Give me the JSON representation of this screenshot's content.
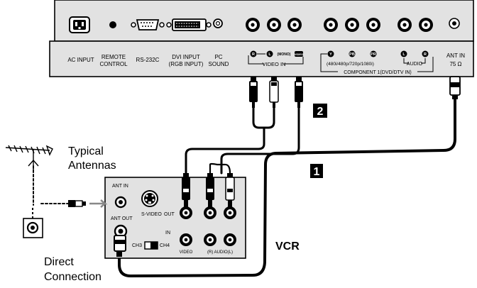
{
  "tv_panel": {
    "labels": {
      "ac_input": "AC INPUT",
      "remote_control_1": "REMOTE",
      "remote_control_2": "CONTROL",
      "rs232c": "RS-232C",
      "dvi_input_1": "DVI INPUT",
      "dvi_input_2": "(RGB INPUT)",
      "pc_sound_1": "PC",
      "pc_sound_2": "SOUND",
      "video_in": "VIDEO IN",
      "mono": "(MONO)",
      "audio": "AUDIO",
      "component_res": "(480i/480p/720p/1080i)",
      "component": "COMPONENT 1(DVD/DTV IN)",
      "ant_in_1": "ANT IN",
      "ant_in_2": "75 Ω"
    },
    "jack_letters": {
      "r": "R",
      "l": "L",
      "video": "VIDEO",
      "y": "Y",
      "pb": "PB",
      "pr": "PR"
    }
  },
  "vcr_panel": {
    "labels": {
      "ant_in": "ANT IN",
      "ant_out": "ANT OUT",
      "s_video": "S-VIDEO",
      "out": "OUT",
      "in": "IN",
      "ch3": "CH3",
      "ch4": "CH4",
      "video": "VIDEO",
      "audio_rl": "(R)  AUDIO(L)"
    }
  },
  "annotations": {
    "typical_1": "Typical",
    "typical_2": "Antennas",
    "direct_1": "Direct",
    "direct_2": "Connection",
    "vcr": "VCR",
    "step_1": "1",
    "step_2": "2"
  },
  "colors": {
    "panel_fill": "#e2e2e2",
    "panel_stroke": "#000000",
    "cable": "#000000",
    "badge_fill": "#000000",
    "badge_text": "#ffffff"
  }
}
